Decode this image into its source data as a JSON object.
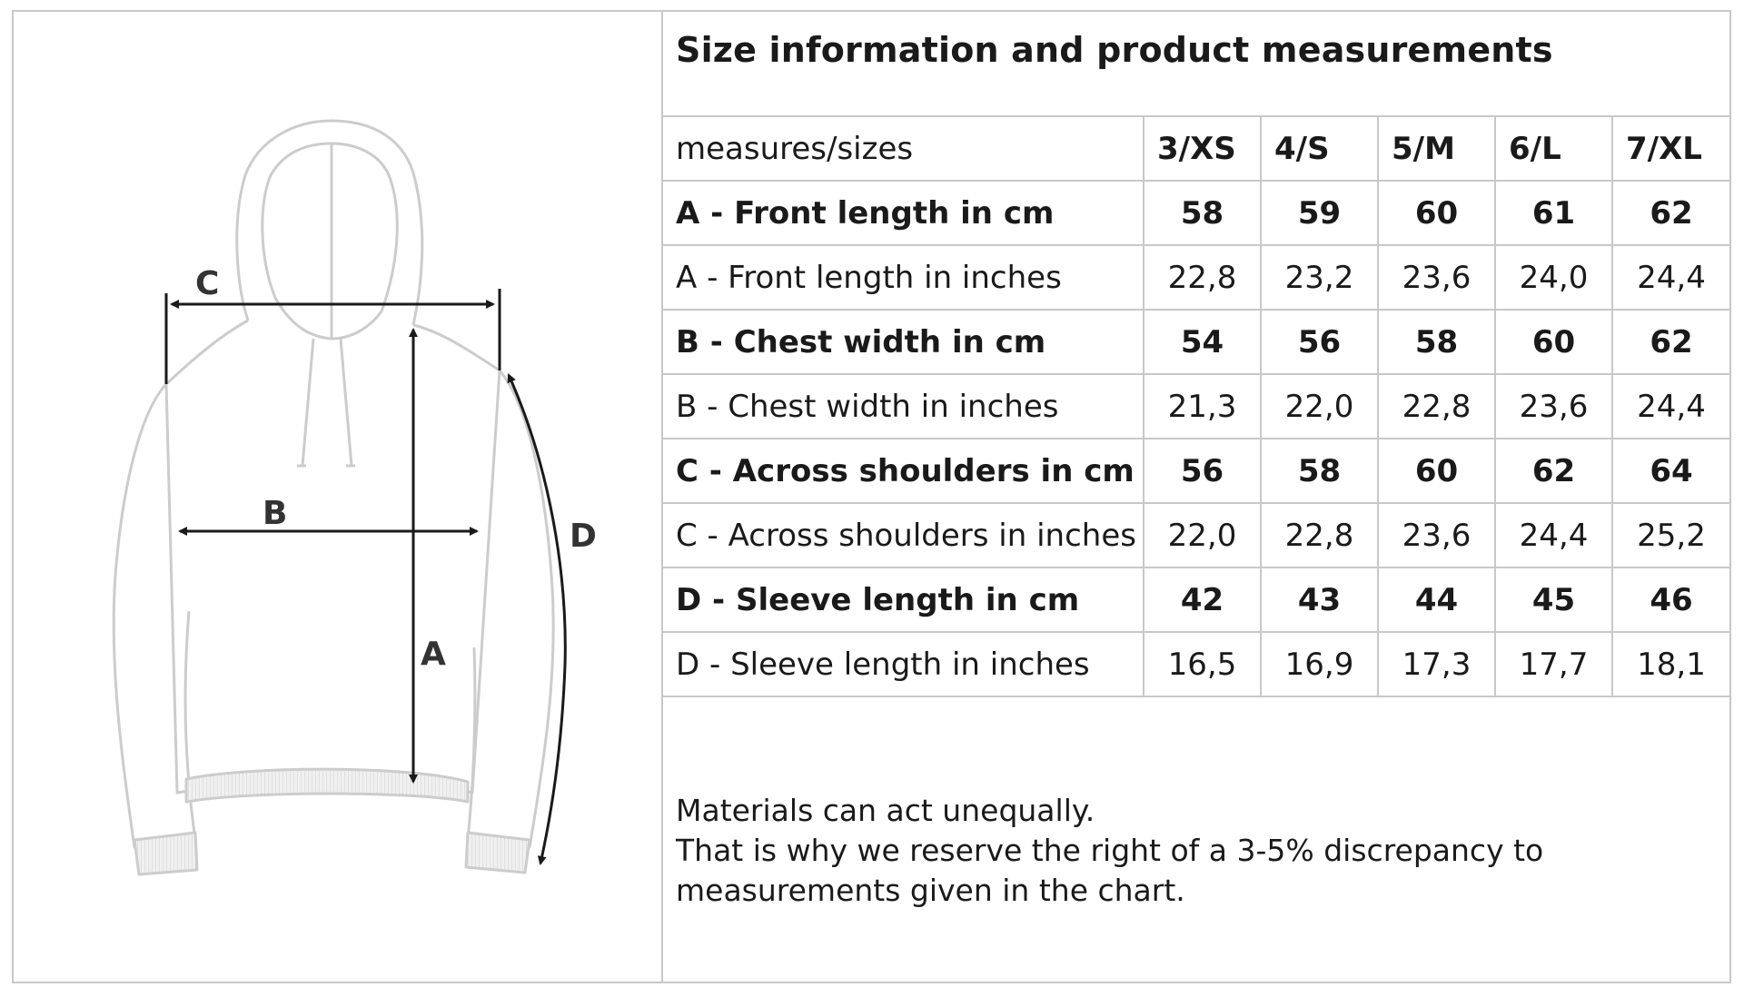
{
  "title": "Size information and product measurements",
  "diagram": {
    "labels": {
      "a": "A",
      "b": "B",
      "c": "C",
      "d": "D"
    }
  },
  "table": {
    "header_label": "measures/sizes",
    "sizes": [
      "3/XS",
      "4/S",
      "5/M",
      "6/L",
      "7/XL"
    ],
    "rows": [
      {
        "label": "A - Front length in cm",
        "bold": true,
        "values": [
          "58",
          "59",
          "60",
          "61",
          "62"
        ]
      },
      {
        "label": "A - Front length in inches",
        "bold": false,
        "values": [
          "22,8",
          "23,2",
          "23,6",
          "24,0",
          "24,4"
        ]
      },
      {
        "label": "B - Chest width in cm",
        "bold": true,
        "values": [
          "54",
          "56",
          "58",
          "60",
          "62"
        ]
      },
      {
        "label": "B - Chest width in inches",
        "bold": false,
        "values": [
          "21,3",
          "22,0",
          "22,8",
          "23,6",
          "24,4"
        ]
      },
      {
        "label": "C - Across shoulders in cm",
        "bold": true,
        "values": [
          "56",
          "58",
          "60",
          "62",
          "64"
        ]
      },
      {
        "label": "C - Across shoulders in inches",
        "bold": false,
        "values": [
          "22,0",
          "22,8",
          "23,6",
          "24,4",
          "25,2"
        ]
      },
      {
        "label": "D - Sleeve length in cm",
        "bold": true,
        "values": [
          "42",
          "43",
          "44",
          "45",
          "46"
        ]
      },
      {
        "label": "D - Sleeve length in inches",
        "bold": false,
        "values": [
          "16,5",
          "16,9",
          "17,3",
          "17,7",
          "18,1"
        ]
      }
    ]
  },
  "note": {
    "lines": [
      "Materials can act unequally.",
      "That is why we reserve the right of a 3-5% discrepancy to",
      "measurements given in the chart."
    ]
  }
}
